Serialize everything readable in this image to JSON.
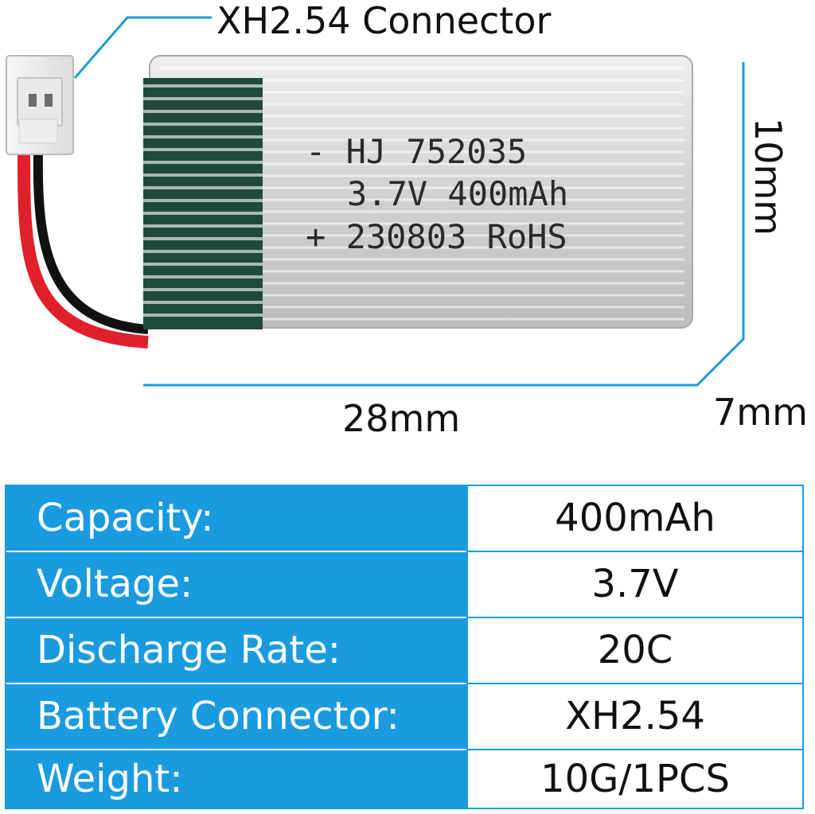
{
  "product": {
    "labels": {
      "connector": "XH2.54 Connector",
      "length": "28mm",
      "height": "10mm",
      "depth": "7mm"
    },
    "battery_print": {
      "line1": "- HJ 752035",
      "line2": "3.7V 400mAh",
      "line3": "+ 230803 RoHS"
    }
  },
  "specs": {
    "rows": [
      {
        "key": "Capacity:",
        "value": "400mAh"
      },
      {
        "key": "Voltage:",
        "value": "3.7V"
      },
      {
        "key": "Discharge Rate:",
        "value": "20C"
      },
      {
        "key": "Battery Connector:",
        "value": "XH2.54"
      },
      {
        "key": "Weight:",
        "value": "10G/1PCS"
      }
    ]
  },
  "colors": {
    "accent": "#1a9be0",
    "wrap_green": "#1f4a3a",
    "foil": "#d9d9d9",
    "wire_red": "#e0202a",
    "wire_black": "#111111"
  }
}
